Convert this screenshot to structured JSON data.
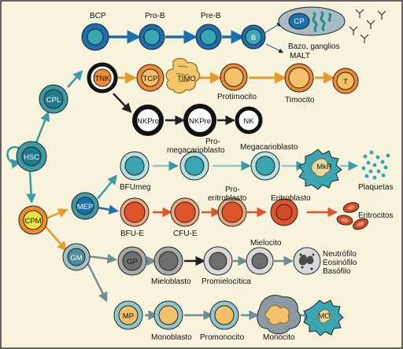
{
  "colors": {
    "background": "#f8f3dd",
    "frame": "#333333",
    "blue_arrow": "#1a6fb0",
    "teal_arrow": "#3a9aa6",
    "orange_arrow": "#e89a2a",
    "red_arrow": "#e0542c",
    "gray_arrow": "#6d8f93"
  },
  "lymphoid_b": {
    "bcp": "BCP",
    "pro_b": "Pro-B",
    "pre_b": "Pre-B",
    "b": "B",
    "cp": "CP",
    "organs_1": "Bazo, ganglios",
    "organs_2": "MALT"
  },
  "lymphoid_t": {
    "tnk": "TNK",
    "tcp": "TCP",
    "timo": "TIMO",
    "protimocito": "Protimocito",
    "timocito": "Timocito",
    "t": "T"
  },
  "nk_line": {
    "nkpro": "NKPro",
    "nkpre": "NKPre",
    "nk": "NK"
  },
  "stem": {
    "cpl": "CPL",
    "hsc": "HSC",
    "cpm": "CPM",
    "mep": "MEP",
    "gm": "GM"
  },
  "megakaryocytic": {
    "promega_1": "Pro-",
    "promega_2": "megacarioblasto",
    "megacarioblasto": "Megacarioblasto",
    "mk": "MkR",
    "bfumeg": "BFUmeg",
    "plaquetas": "Plaquetas"
  },
  "erythroid": {
    "proeritro_1": "Pro-",
    "proeritro_2": "eritroblasto",
    "eritroblasto": "Eritroblasto",
    "bfue": "BFU-E",
    "cfue": "CFU-E",
    "eritrocitos": "Eritrocitos"
  },
  "granulocytic": {
    "gp": "GP",
    "mielocito": "Mielocito",
    "mieloblasto": "Mieloblasto",
    "promielocitica": "Promielocítica",
    "neutrofilo": "Neutrófilo",
    "eosinofilo": "Eosinófilo",
    "basofilo": "Basófilo"
  },
  "monocytic": {
    "mp": "MP",
    "monoblasto": "Monoblasto",
    "promonocito": "Promonocito",
    "monocito": "Monocito",
    "mo": "MO"
  }
}
